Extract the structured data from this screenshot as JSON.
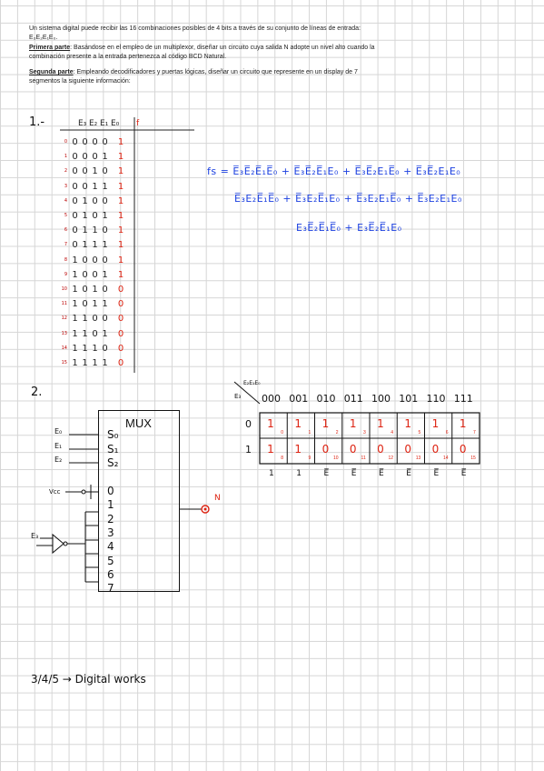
{
  "problem": {
    "intro": "Un sistema digital puede recibir las 16 combinaciones posibles de 4 bits a través de su conjunto de líneas de entrada: E₃E₂E₁E₀.",
    "part1_label": "Primera parte",
    "part1_text": ": Basándose en el empleo de un multiplexor, diseñar un circuito cuya salida N adopte un nivel alto cuando la combinación presente a la entrada pertenezca al código BCD Natural.",
    "part2_label": "Segunda parte",
    "part2_text": ": Empleando decodificadores y puertas lógicas, diseñar un circuito que represente en un display de 7 segmentos la siguiente información:"
  },
  "section1": {
    "label": "1.-",
    "headers": [
      "E₃",
      "E₂",
      "E₁",
      "E₀",
      "f"
    ],
    "rows": [
      {
        "i": "0",
        "b": [
          "0",
          "0",
          "0",
          "0"
        ],
        "f": "1"
      },
      {
        "i": "1",
        "b": [
          "0",
          "0",
          "0",
          "1"
        ],
        "f": "1"
      },
      {
        "i": "2",
        "b": [
          "0",
          "0",
          "1",
          "0"
        ],
        "f": "1"
      },
      {
        "i": "3",
        "b": [
          "0",
          "0",
          "1",
          "1"
        ],
        "f": "1"
      },
      {
        "i": "4",
        "b": [
          "0",
          "1",
          "0",
          "0"
        ],
        "f": "1"
      },
      {
        "i": "5",
        "b": [
          "0",
          "1",
          "0",
          "1"
        ],
        "f": "1"
      },
      {
        "i": "6",
        "b": [
          "0",
          "1",
          "1",
          "0"
        ],
        "f": "1"
      },
      {
        "i": "7",
        "b": [
          "0",
          "1",
          "1",
          "1"
        ],
        "f": "1"
      },
      {
        "i": "8",
        "b": [
          "1",
          "0",
          "0",
          "0"
        ],
        "f": "1"
      },
      {
        "i": "9",
        "b": [
          "1",
          "0",
          "0",
          "1"
        ],
        "f": "1"
      },
      {
        "i": "10",
        "b": [
          "1",
          "0",
          "1",
          "0"
        ],
        "f": "0"
      },
      {
        "i": "11",
        "b": [
          "1",
          "0",
          "1",
          "1"
        ],
        "f": "0"
      },
      {
        "i": "12",
        "b": [
          "1",
          "1",
          "0",
          "0"
        ],
        "f": "0"
      },
      {
        "i": "13",
        "b": [
          "1",
          "1",
          "0",
          "1"
        ],
        "f": "0"
      },
      {
        "i": "14",
        "b": [
          "1",
          "1",
          "1",
          "0"
        ],
        "f": "0"
      },
      {
        "i": "15",
        "b": [
          "1",
          "1",
          "1",
          "1"
        ],
        "f": "0"
      }
    ],
    "equation": {
      "lhs": "fs =",
      "line1": "E̅₃E̅₂E̅₁E̅₀ + E̅₃E̅₂E̅₁E₀ + E̅₃E̅₂E₁E̅₀ + E̅₃E̅₂E₁E₀",
      "line2": "E̅₃E₂E̅₁E̅₀ + E̅₃E₂E̅₁E₀ + E̅₃E₂E₁E̅₀ + E̅₃E₂E₁E₀",
      "line3": "E₃E̅₂E̅₁E̅₀ + E₃E̅₂E̅₁E₀"
    }
  },
  "section2": {
    "label": "2.",
    "kmap": {
      "corner_top": "E₂E₁E₀",
      "corner_left": "E₃",
      "columns": [
        "000",
        "001",
        "010",
        "011",
        "100",
        "101",
        "110",
        "111"
      ],
      "rows": [
        "0",
        "1"
      ],
      "row0": [
        {
          "v": "1",
          "i": "0"
        },
        {
          "v": "1",
          "i": "1"
        },
        {
          "v": "1",
          "i": "2"
        },
        {
          "v": "1",
          "i": "3"
        },
        {
          "v": "1",
          "i": "4"
        },
        {
          "v": "1",
          "i": "5"
        },
        {
          "v": "1",
          "i": "6"
        },
        {
          "v": "1",
          "i": "7"
        }
      ],
      "row1": [
        {
          "v": "1",
          "i": "8"
        },
        {
          "v": "1",
          "i": "9"
        },
        {
          "v": "0",
          "i": "10"
        },
        {
          "v": "0",
          "i": "11"
        },
        {
          "v": "0",
          "i": "12"
        },
        {
          "v": "0",
          "i": "13"
        },
        {
          "v": "0",
          "i": "14"
        },
        {
          "v": "0",
          "i": "15"
        }
      ],
      "results": [
        "1",
        "1",
        "E̅",
        "E̅",
        "E̅",
        "E̅",
        "E̅",
        "E̅"
      ]
    },
    "mux": {
      "title": "MUX",
      "select_pins": [
        "S₀",
        "S₁",
        "S₂"
      ],
      "select_inputs": [
        "E₀",
        "E₁",
        "E₂"
      ],
      "data_pins": [
        "0",
        "1",
        "2",
        "3",
        "4",
        "5",
        "6",
        "7"
      ],
      "vcc_label": "Vcc",
      "not_input": "E₃",
      "output": "N"
    }
  },
  "footer": {
    "note": "3/4/5 → Digital works"
  },
  "colors": {
    "grid": "#d6d6d6",
    "red_ink": "#d21",
    "blue_ink": "#1a3fe0",
    "black_ink": "#111"
  }
}
